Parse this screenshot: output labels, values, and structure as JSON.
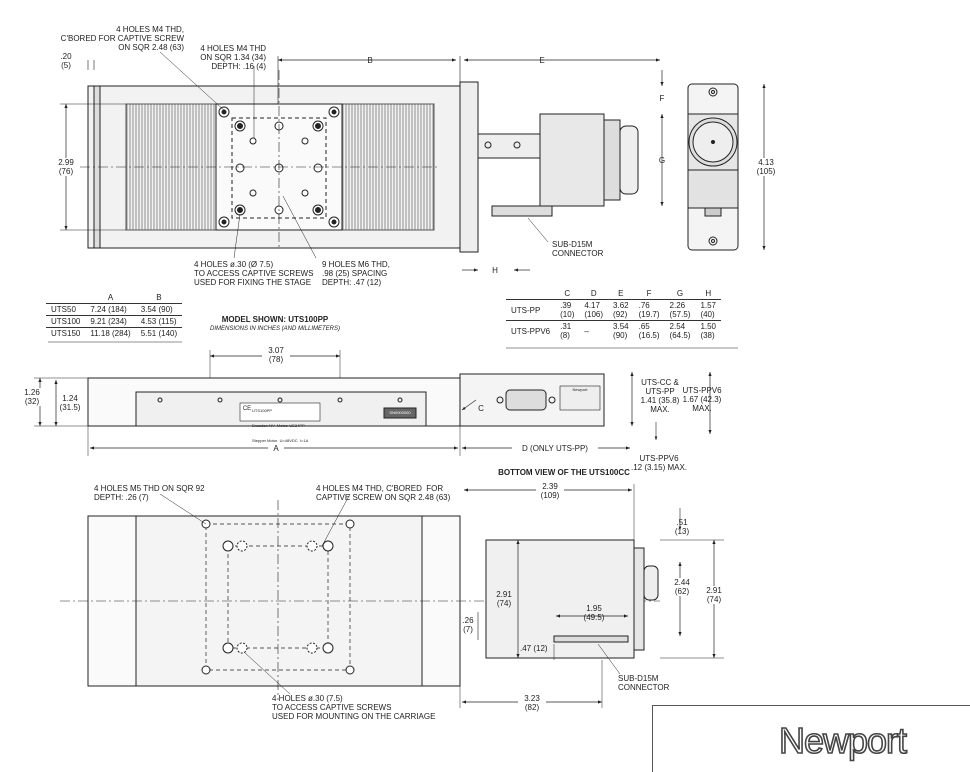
{
  "top_view": {
    "note_m4_cbored": "4 HOLES M4 THD,\nC'BORED FOR CAPTIVE SCREW\nON SQR 2.48 (63)",
    "note_m4_sqr": "4 HOLES M4 THD\nON SQR 1.34 (34)\nDEPTH: .16 (4)",
    "dim_020": ".20\n(5)",
    "dim_B": "B",
    "dim_E": "E",
    "dim_F": "F",
    "dim_G": "G",
    "dim_H": "H",
    "dim_299": "2.99\n(76)",
    "dim_413": "4.13\n(105)",
    "note_captive": "4 HOLES ø.30 (Ø 7.5)\nTO ACCESS CAPTIVE SCREWS\nUSED FOR FIXING THE STAGE",
    "note_m6": "9 HOLES M6 THD,\n.98 (25) SPACING\nDEPTH: .47 (12)",
    "note_subd": "SUB-D15M\nCONNECTOR"
  },
  "model_title": "MODEL SHOWN: UTS100PP",
  "model_subtitle": "DIMENSIONS IN INCHES (AND MILLIMETERS)",
  "table_ab": {
    "headers": [
      "",
      "A",
      "B"
    ],
    "rows": [
      [
        "UTS50",
        "7.24 (184)",
        "3.54 (90)"
      ],
      [
        "UTS100",
        "9.21 (234)",
        "4.53 (115)"
      ],
      [
        "UTS150",
        "11.18 (284)",
        "5.51 (140)"
      ]
    ]
  },
  "table_cdefgh": {
    "headers": [
      "",
      "C",
      "D",
      "E",
      "F",
      "G",
      "H"
    ],
    "rows": [
      [
        "UTS-PP",
        ".39\n(10)",
        "4.17\n(106)",
        "3.62\n(92)",
        ".76\n(19.7)",
        "2.26\n(57.5)",
        "1.57\n(40)"
      ],
      [
        "UTS-PPV6",
        ".31\n(8)",
        "–",
        "3.54\n(90)",
        ".65\n(16.5)",
        "2.54\n(64.5)",
        "1.50\n(38)"
      ]
    ]
  },
  "side_view": {
    "dim_307": "3.07\n(78)",
    "dim_126": "1.26\n(32)",
    "dim_124": "1.24\n(31.5)",
    "dim_C": "C",
    "dim_A": "A",
    "dim_D": "D (ONLY UTS-PP)",
    "note_ccpp": "UTS-CC &\nUTS-PP\n1.41 (35.8)\nMAX.",
    "note_ppv6": "UTS-PPV6\n1.67 (42.3)\nMAX.",
    "note_ppv6_small": "UTS-PPV6\n.12 (3.15) MAX.",
    "label_lines": [
      "UTS100PP",
      "Encoder: NV  Motor: UE34PP",
      "Stepper Motor  U=48VDC  I=1A"
    ],
    "label_newport": "Newport",
    "serial": "SN0000000",
    "ce": "CE"
  },
  "bottom_view": {
    "title": "BOTTOM VIEW OF THE UTS100CC",
    "note_m5": "4 HOLES M5 THD ON SQR 92\nDEPTH: .26 (7)",
    "note_m4": "4 HOLES M4 THD, C'BORED  FOR\nCAPTIVE SCREW ON SQR 2.48 (63)",
    "dim_239": "2.39\n(109)",
    "dim_051": ".51\n(13)",
    "dim_291a": "2.91\n(74)",
    "dim_244": "2.44\n(62)",
    "dim_291b": "2.91\n(74)",
    "dim_195": "1.95\n(49.5)",
    "dim_026": ".26\n(7)",
    "dim_047": ".47 (12)",
    "dim_323": "3.23\n(82)",
    "note_captive": "4 HOLES ø.30 (7.5)\nTO ACCESS CAPTIVE SCREWS\nUSED FOR MOUNTING ON THE CARRIAGE",
    "note_subd": "SUB-D15M\nCONNECTOR"
  },
  "logo": {
    "text": "Newport"
  }
}
